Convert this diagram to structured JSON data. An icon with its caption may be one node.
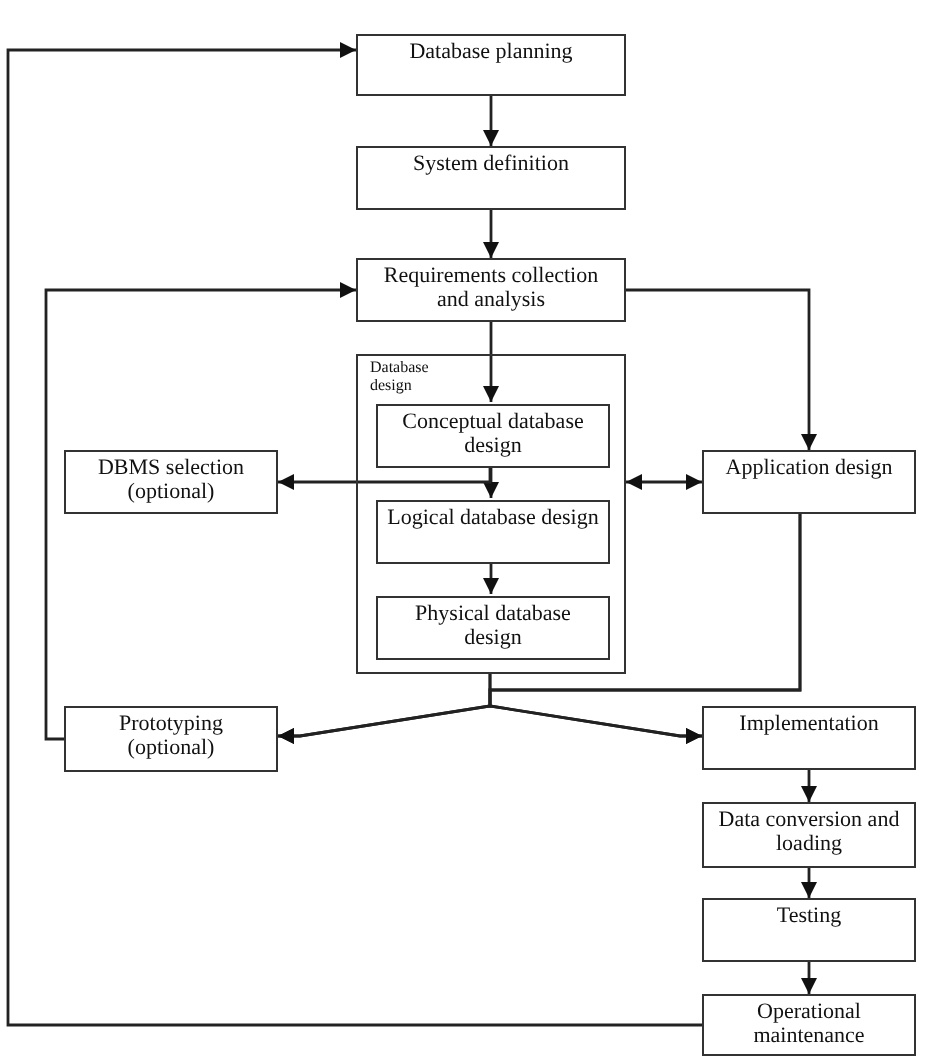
{
  "diagram": {
    "nodes": [
      {
        "text": [
          "Database planning"
        ]
      },
      {
        "text": [
          "System definition"
        ]
      },
      {
        "text": [
          "Requirements collection and analysis"
        ]
      },
      {
        "text": [
          "Database design"
        ]
      },
      {
        "text": [
          "Conceptual database design"
        ],
        "in": 3
      },
      {
        "text": [
          "Logical database design"
        ],
        "in": 3
      },
      {
        "text": [
          "Physical database design"
        ],
        "in": 3
      },
      {
        "text": [
          "DBMS selection (optional)"
        ]
      },
      {
        "text": [
          "Application design"
        ]
      },
      {
        "text": [
          "Prototyping (optional)"
        ]
      },
      {
        "text": [
          "Implementation"
        ]
      },
      {
        "text": [
          "Data conversion and loading"
        ]
      },
      {
        "text": [
          "Testing"
        ]
      },
      {
        "text": [
          "Operational maintenance"
        ]
      }
    ],
    "edges": [
      {
        "from": 0,
        "to": 1,
        "arrow": "to"
      },
      {
        "from": 1,
        "to": 2,
        "arrow": "to"
      },
      {
        "from": 2,
        "to": 4,
        "arrow": "to"
      },
      {
        "from": 4,
        "to": 5,
        "arrow": "to"
      },
      {
        "from": 5,
        "to": 6,
        "arrow": "to"
      },
      {
        "from": 2,
        "to": 8,
        "arrow": "to"
      },
      {
        "from": 4,
        "to": 7,
        "arrow": "to"
      },
      {
        "from": 3,
        "to": 8,
        "arrow": "both"
      },
      {
        "from": 3,
        "to": 9,
        "arrow": "to"
      },
      {
        "from": 3,
        "to": 10,
        "arrow": "to"
      },
      {
        "from": 8,
        "to": 9,
        "arrow": "to"
      },
      {
        "from": 8,
        "to": 10,
        "arrow": "to"
      },
      {
        "from": 9,
        "to": 2,
        "arrow": "to"
      },
      {
        "from": 10,
        "to": 11,
        "arrow": "to"
      },
      {
        "from": 11,
        "to": 12,
        "arrow": "to"
      },
      {
        "from": 12,
        "to": 13,
        "arrow": "to"
      },
      {
        "from": 13,
        "to": 0,
        "arrow": "to"
      }
    ]
  }
}
